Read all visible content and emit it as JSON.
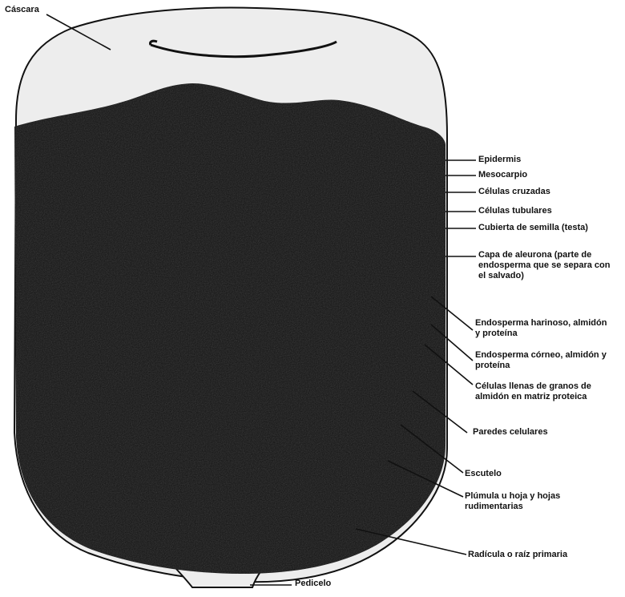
{
  "labels": {
    "top_left": "Cáscara",
    "right": [
      "Epidermis",
      "Mesocarpio",
      "Células cruzadas",
      "Células tubulares",
      "Cubierta de semilla (testa)",
      "Capa de aleurona (parte de endosperma que se separa con el salvado)",
      "Endosperma harinoso, almidón y proteína",
      "Endosperma córneo, almidón y proteína",
      "Células llenas de granos de almidón en matriz proteica",
      "Paredes celulares",
      "Escutelo",
      "Plúmula u hoja y hojas rudimentarias",
      "Radícula o raíz primaria"
    ],
    "bottom": "Pedicelo"
  },
  "colors": {
    "kernel_fill": "#111111",
    "hull_fill": "#ededed",
    "line": "#111111"
  }
}
